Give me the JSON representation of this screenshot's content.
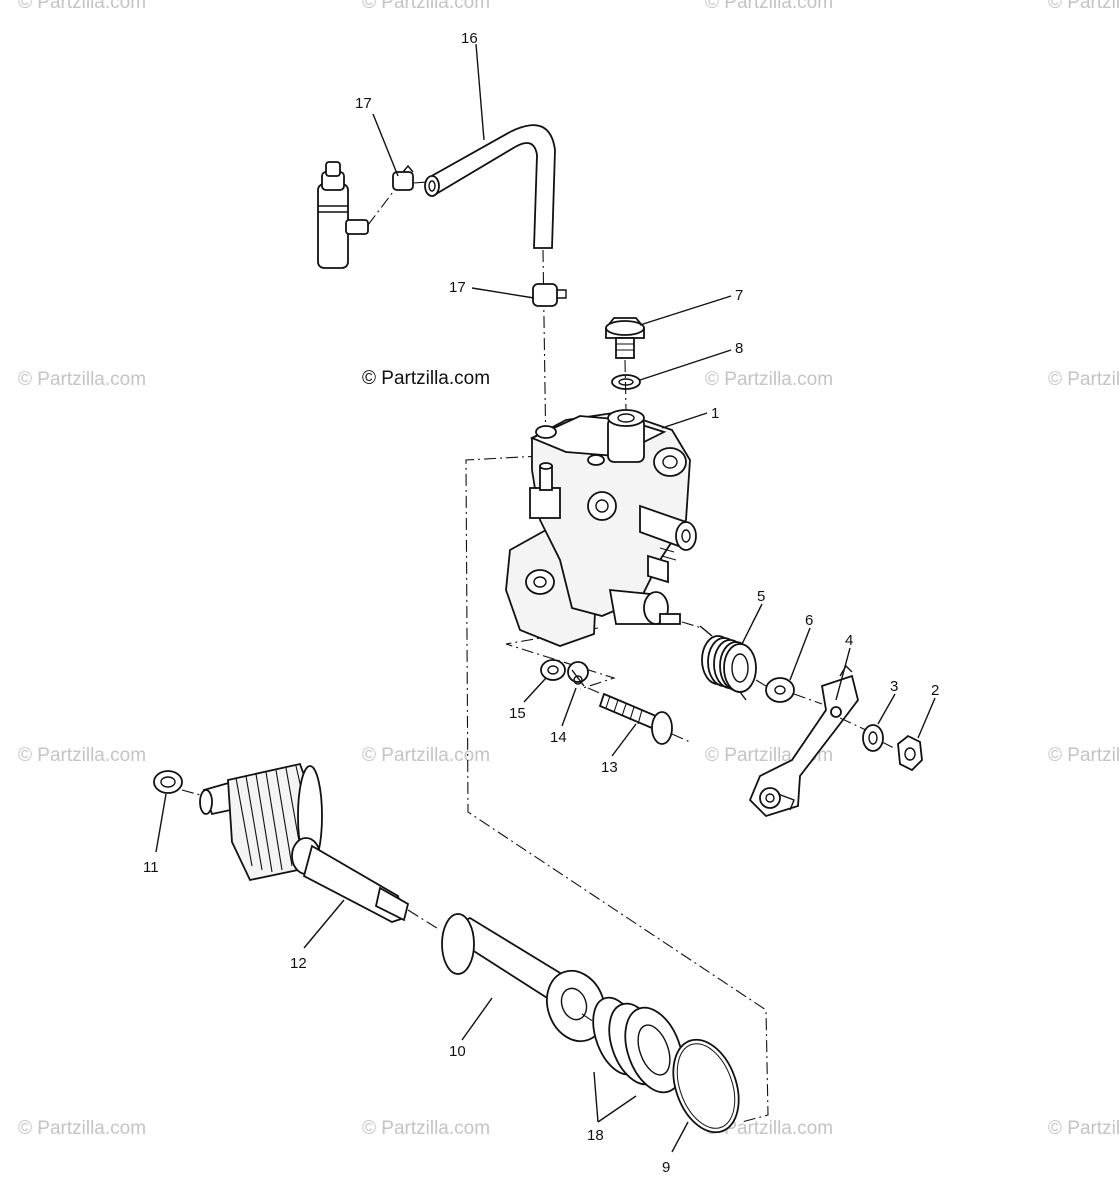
{
  "watermarks": {
    "text": "© Partzilla.com"
  },
  "center_credit": "© Partzilla.com",
  "labels": {
    "p1": "1",
    "p2": "2",
    "p3": "3",
    "p4": "4",
    "p5": "5",
    "p6": "6",
    "p7": "7",
    "p8": "8",
    "p9": "9",
    "p10": "10",
    "p11": "11",
    "p12": "12",
    "p13": "13",
    "p14": "14",
    "p15": "15",
    "p16": "16",
    "p17a": "17",
    "p17b": "17",
    "p18": "18"
  },
  "colors": {
    "ink": "#111111",
    "watermark": "#c4c4c4"
  }
}
